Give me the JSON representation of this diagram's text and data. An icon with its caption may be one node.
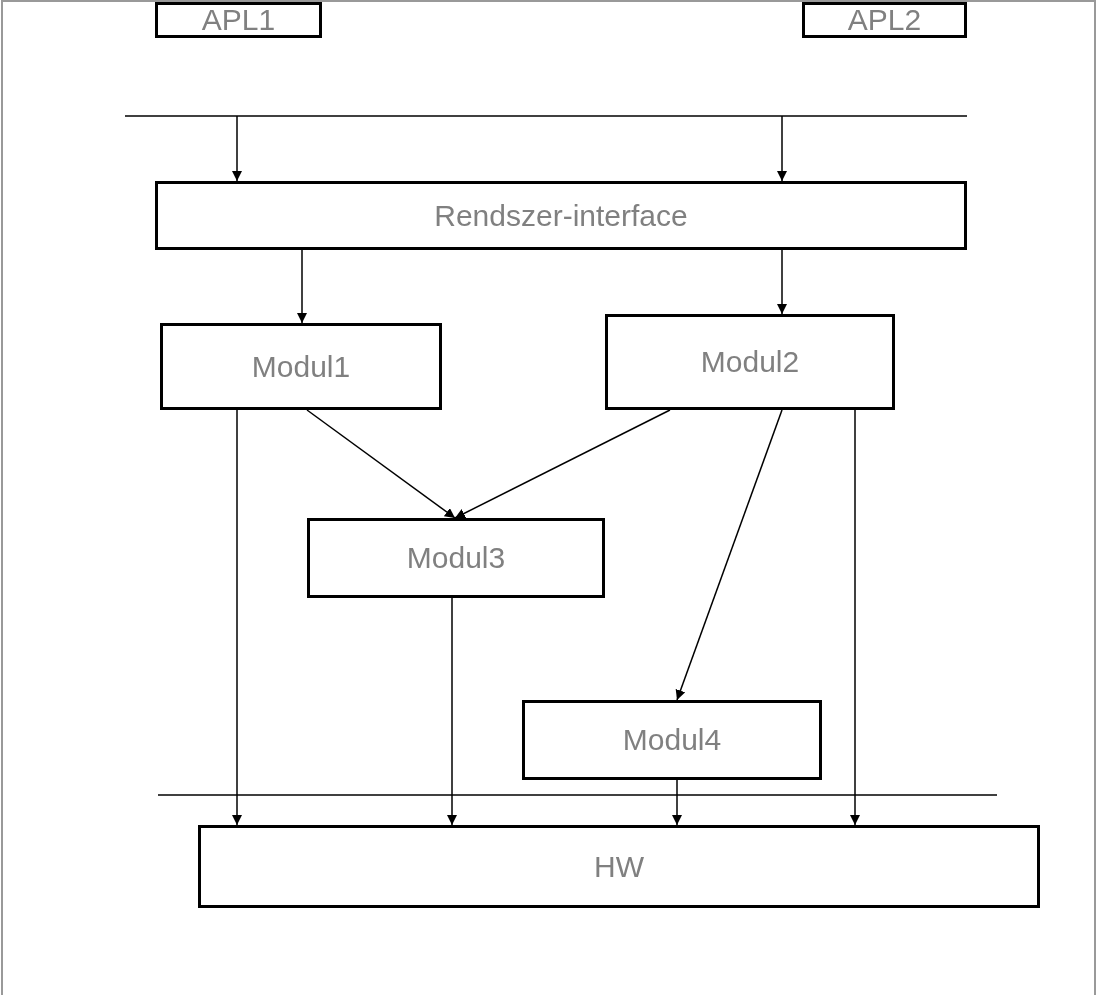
{
  "diagram": {
    "nodes": [
      {
        "text": [
          "APL1"
        ]
      },
      {
        "text": [
          "APL2"
        ]
      },
      {
        "text": [
          "Rendszer-interface"
        ]
      },
      {
        "text": [
          "Modul1"
        ]
      },
      {
        "text": [
          "Modul2"
        ]
      },
      {
        "text": [
          "Modul3"
        ]
      },
      {
        "text": [
          "Modul4"
        ]
      },
      {
        "text": [
          "HW"
        ]
      }
    ],
    "edges": [
      {
        "from": null,
        "to": 2,
        "arrow": "to"
      },
      {
        "from": null,
        "to": 2,
        "arrow": "to"
      },
      {
        "from": 2,
        "to": 3,
        "arrow": "to"
      },
      {
        "from": 2,
        "to": 4,
        "arrow": "to"
      },
      {
        "from": 3,
        "to": 7,
        "arrow": "to"
      },
      {
        "from": 3,
        "to": 5,
        "arrow": "to"
      },
      {
        "from": 4,
        "to": 5,
        "arrow": "to"
      },
      {
        "from": 4,
        "to": 6,
        "arrow": "to"
      },
      {
        "from": 4,
        "to": 7,
        "arrow": "to"
      },
      {
        "from": 5,
        "to": 7,
        "arrow": "to"
      },
      {
        "from": 6,
        "to": 7,
        "arrow": "to"
      }
    ]
  }
}
